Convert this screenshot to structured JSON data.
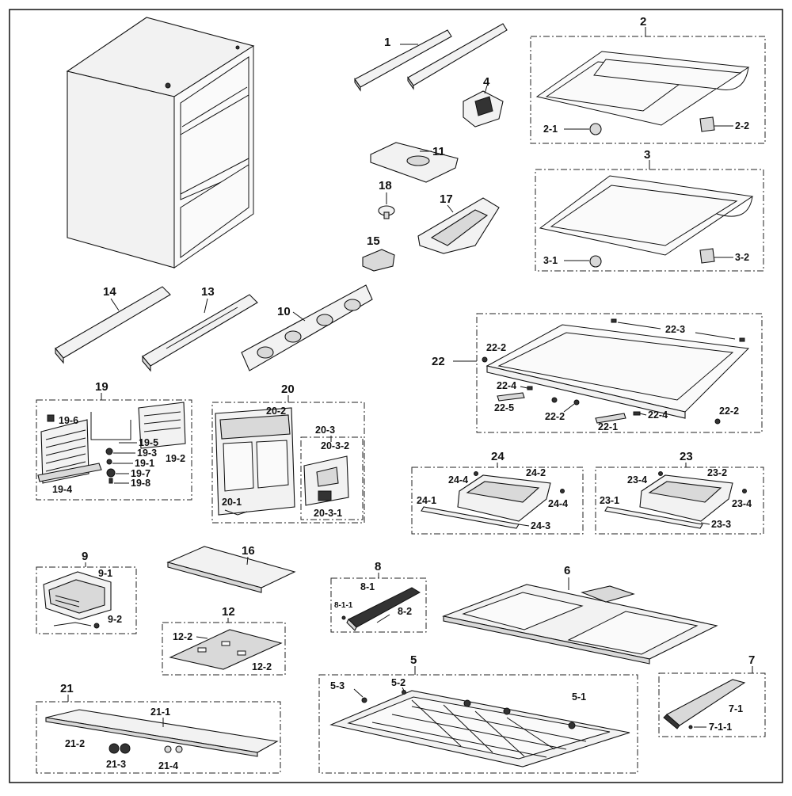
{
  "labels": {
    "n1": "1",
    "n2": "2",
    "n2_1": "2-1",
    "n2_2": "2-2",
    "n3": "3",
    "n3_1": "3-1",
    "n3_2": "3-2",
    "n4": "4",
    "n5": "5",
    "n5_1": "5-1",
    "n5_2": "5-2",
    "n5_3": "5-3",
    "n6": "6",
    "n7": "7",
    "n7_1": "7-1",
    "n7_1_1": "7-1-1",
    "n8": "8",
    "n8_1": "8-1",
    "n8_1_1": "8-1-1",
    "n8_2": "8-2",
    "n9": "9",
    "n9_1": "9-1",
    "n9_2": "9-2",
    "n10": "10",
    "n11": "11",
    "n12": "12",
    "n12_2a": "12-2",
    "n12_2b": "12-2",
    "n13": "13",
    "n14": "14",
    "n15": "15",
    "n16": "16",
    "n17": "17",
    "n18": "18",
    "n19": "19",
    "n19_1": "19-1",
    "n19_2": "19-2",
    "n19_3": "19-3",
    "n19_4": "19-4",
    "n19_5": "19-5",
    "n19_6": "19-6",
    "n19_7": "19-7",
    "n19_8": "19-8",
    "n20": "20",
    "n20_1": "20-1",
    "n20_2": "20-2",
    "n20_3": "20-3",
    "n20_3_1": "20-3-1",
    "n20_3_2": "20-3-2",
    "n21": "21",
    "n21_1": "21-1",
    "n21_2": "21-2",
    "n21_3": "21-3",
    "n21_4": "21-4",
    "n22": "22",
    "n22_1": "22-1",
    "n22_2a": "22-2",
    "n22_2b": "22-2",
    "n22_2c": "22-2",
    "n22_3": "22-3",
    "n22_4a": "22-4",
    "n22_4b": "22-4",
    "n22_5": "22-5",
    "n23": "23",
    "n23_1": "23-1",
    "n23_2": "23-2",
    "n23_3": "23-3",
    "n23_4a": "23-4",
    "n23_4b": "23-4",
    "n24": "24",
    "n24_1": "24-1",
    "n24_2": "24-2",
    "n24_3": "24-3",
    "n24_4a": "24-4",
    "n24_4b": "24-4"
  }
}
